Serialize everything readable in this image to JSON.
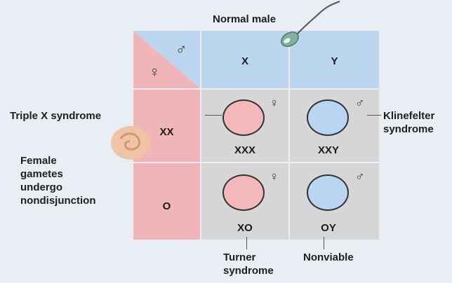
{
  "header": {
    "normal_male": "Normal male"
  },
  "corner": {
    "male_symbol": "♂",
    "female_symbol": "♀"
  },
  "columns": [
    {
      "label": "X"
    },
    {
      "label": "Y"
    }
  ],
  "rows": [
    {
      "label": "XX"
    },
    {
      "label": "O"
    }
  ],
  "cells": [
    {
      "genotype": "XXX",
      "sex_symbol": "♀",
      "circle_color": "#f4b8bb"
    },
    {
      "genotype": "XXY",
      "sex_symbol": "♂",
      "circle_color": "#b9d5f2"
    },
    {
      "genotype": "XO",
      "sex_symbol": "♀",
      "circle_color": "#f4b8bb"
    },
    {
      "genotype": "OY",
      "sex_symbol": "♂",
      "circle_color": "#b9d5f2"
    }
  ],
  "annotations": {
    "triple_x": "Triple X syndrome",
    "klinefelter_line1": "Klinefelter",
    "klinefelter_line2": "syndrome",
    "female_gametes": [
      "Female",
      "gametes",
      "undergo",
      "nondisjunction"
    ],
    "turner_line1": "Turner",
    "turner_line2": "syndrome",
    "nonviable": "Nonviable"
  },
  "colors": {
    "background": "#e9eef5",
    "pink": "#f0b5b8",
    "blue": "#bdd6f0",
    "gray": "#d6d6d6",
    "grid_line": "#ffffff"
  }
}
